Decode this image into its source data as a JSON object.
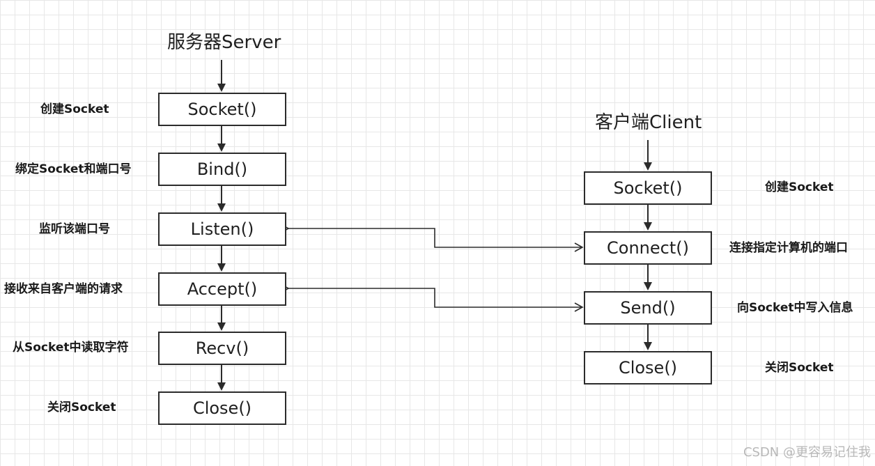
{
  "server": {
    "title": "服务器Server",
    "steps": [
      {
        "label": "Socket()",
        "note": "创建Socket"
      },
      {
        "label": "Bind()",
        "note": "绑定Socket和端口号"
      },
      {
        "label": "Listen()",
        "note": "监听该端口号"
      },
      {
        "label": "Accept()",
        "note": "接收来自客户端的请求"
      },
      {
        "label": "Recv()",
        "note": "从Socket中读取字符"
      },
      {
        "label": "Close()",
        "note": "关闭Socket"
      }
    ]
  },
  "client": {
    "title": "客户端Client",
    "steps": [
      {
        "label": "Socket()",
        "note": "创建Socket"
      },
      {
        "label": "Connect()",
        "note": "连接指定计算机的端口"
      },
      {
        "label": "Send()",
        "note": "向Socket中写入信息"
      },
      {
        "label": "Close()",
        "note": "关闭Socket"
      }
    ]
  },
  "watermark": "CSDN @更容易记住我"
}
